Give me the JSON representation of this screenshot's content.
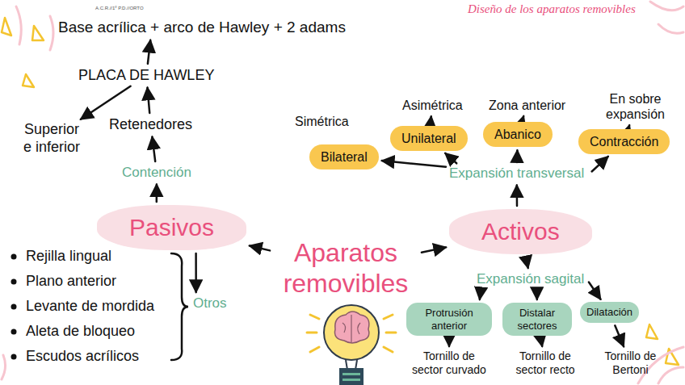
{
  "diagram": {
    "title": "Diseño de los aparatos removibles",
    "nodes": [
      {
        "text": [
          "Base acrílica + arco de Hawley + 2 adams"
        ]
      },
      {
        "text": [
          "PLACA DE HAWLEY"
        ]
      },
      {
        "text": [
          "Superior e inferior"
        ]
      },
      {
        "text": [
          "Retenedores"
        ]
      },
      {
        "text": [
          "Contención"
        ]
      },
      {
        "text": [
          "Pasivos"
        ]
      },
      {
        "text": [
          "Aparatos removibles"
        ]
      },
      {
        "text": [
          "Activos"
        ]
      },
      {
        "text": [
          "Otros"
        ]
      },
      {
        "text": [
          "Expansión transversal"
        ]
      },
      {
        "text": [
          "Bilateral"
        ]
      },
      {
        "text": [
          "Simétrica"
        ]
      },
      {
        "text": [
          "Unilateral"
        ]
      },
      {
        "text": [
          "Asimétrica"
        ]
      },
      {
        "text": [
          "Abanico"
        ]
      },
      {
        "text": [
          "Zona anterior"
        ]
      },
      {
        "text": [
          "Contracción"
        ]
      },
      {
        "text": [
          "En sobre expansión"
        ]
      },
      {
        "text": [
          "Expansión sagital"
        ]
      },
      {
        "text": [
          "Protrusión anterior"
        ]
      },
      {
        "text": [
          "Distalar sectores"
        ]
      },
      {
        "text": [
          "Dilatación"
        ]
      },
      {
        "text": [
          "Tornillo de sector curvado"
        ]
      },
      {
        "text": [
          "Tornillo de sector recto"
        ]
      },
      {
        "text": [
          "Tornillo de Bertoni"
        ]
      }
    ],
    "edges": [
      {
        "from": 6,
        "to": 5,
        "arrow": "to"
      },
      {
        "from": 6,
        "to": 7,
        "arrow": "to"
      },
      {
        "from": 5,
        "to": 4,
        "arrow": "to"
      },
      {
        "from": 4,
        "to": 3,
        "arrow": "to"
      },
      {
        "from": 3,
        "to": 1,
        "arrow": "to"
      },
      {
        "from": 1,
        "to": 0,
        "arrow": "to"
      },
      {
        "from": 1,
        "to": 2,
        "arrow": "to"
      },
      {
        "from": 5,
        "to": 8,
        "arrow": "to"
      },
      {
        "from": 7,
        "to": 9,
        "arrow": "to"
      },
      {
        "from": 9,
        "to": 10,
        "arrow": "to"
      },
      {
        "from": 9,
        "to": 12,
        "arrow": "to"
      },
      {
        "from": 9,
        "to": 14,
        "arrow": "to"
      },
      {
        "from": 9,
        "to": 16,
        "arrow": "to"
      },
      {
        "from": 12,
        "to": 13,
        "arrow": "to"
      },
      {
        "from": 14,
        "to": 15,
        "arrow": "to"
      },
      {
        "from": 16,
        "to": 17,
        "arrow": "to"
      },
      {
        "from": 7,
        "to": 18,
        "arrow": "to"
      },
      {
        "from": 18,
        "to": 19,
        "arrow": "to"
      },
      {
        "from": 18,
        "to": 20,
        "arrow": "to"
      },
      {
        "from": 18,
        "to": 21,
        "arrow": "to"
      },
      {
        "from": 19,
        "to": 22,
        "arrow": "to"
      },
      {
        "from": 20,
        "to": 23,
        "arrow": "to"
      },
      {
        "from": 21,
        "to": 24,
        "arrow": "to"
      }
    ],
    "labels": [
      "A.C.R.//1º P.D.//ORTO",
      "Rejilla lingual",
      "Plano anterior",
      "Levante de mordida",
      "Aleta de bloqueo",
      "Escudos acrílicos"
    ]
  }
}
